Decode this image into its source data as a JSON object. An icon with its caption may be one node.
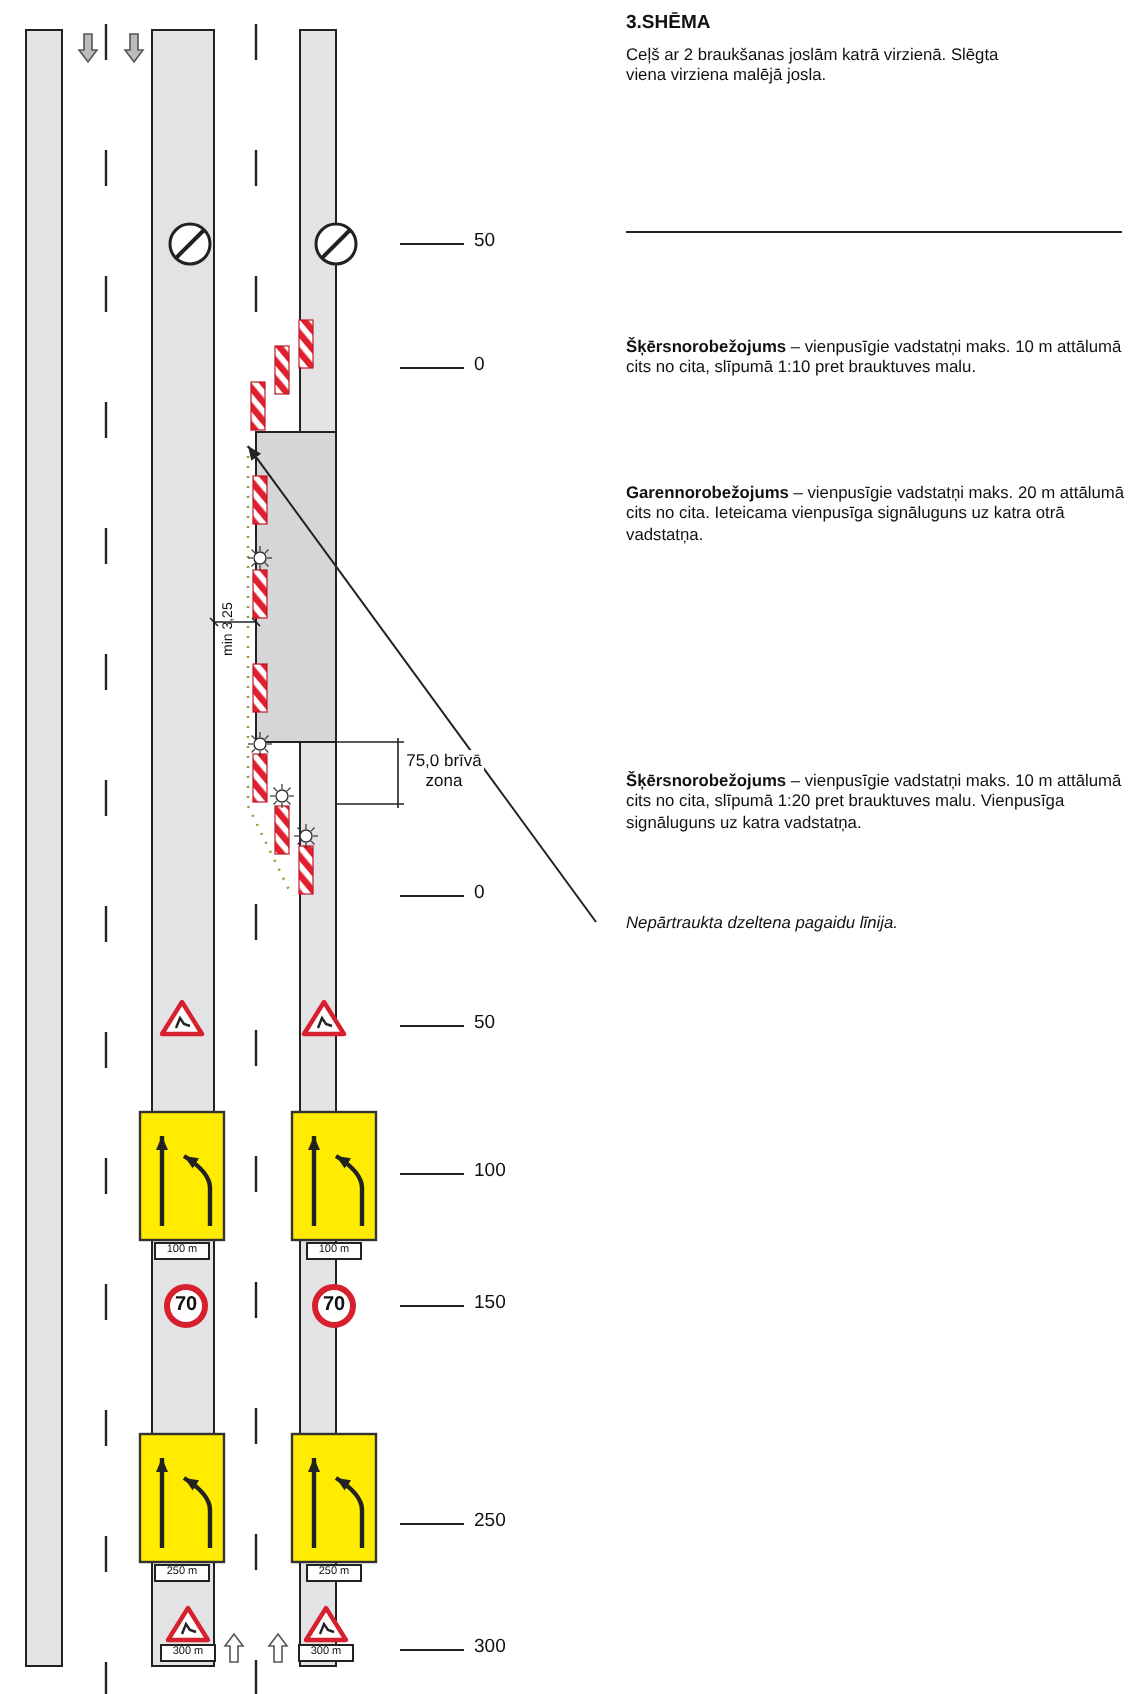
{
  "diagram": {
    "nodes": [
      {
        "text": [
          "Nepārtraukta dzeltena pagaidu līnija."
        ]
      },
      {
        "text": [],
        "shape": "line"
      }
    ],
    "edges": [
      {
        "from": 0,
        "to": 1,
        "arrow": "to"
      }
    ],
    "labels": [
      "3.SHĒMA",
      "Ceļš ar 2 braukšanas joslām katrā virzienā. Slēgta viena virziena malējā josla.",
      "50",
      "0",
      "**Šķērsnorobežojums** – vienpusīgie vadstatņi maks. 10 m attālumā cits no cita, slīpumā 1:10 pret brauktuves malu.",
      "**Garennorobežojums** – vienpusīgie vadstatņi maks. 20 m attālumā cits no cita. Ieteicama vienpusīga signāluguns uz katra otrā vadstatņa.",
      "min 3,25",
      "75,0 brīvā zona",
      "**Šķērsnorobežojums** – vienpusīgie vadstatņi maks. 10 m attālumā cits no cita, slīpumā 1:20 pret brauktuves malu. Vienpusīga signāluguns uz katra vadstatņa.",
      "0",
      "50",
      "100",
      "100 m",
      "100 m",
      "70",
      "70",
      "150",
      "250",
      "250 m",
      "250 m",
      "300 m",
      "300 m",
      "300"
    ]
  }
}
